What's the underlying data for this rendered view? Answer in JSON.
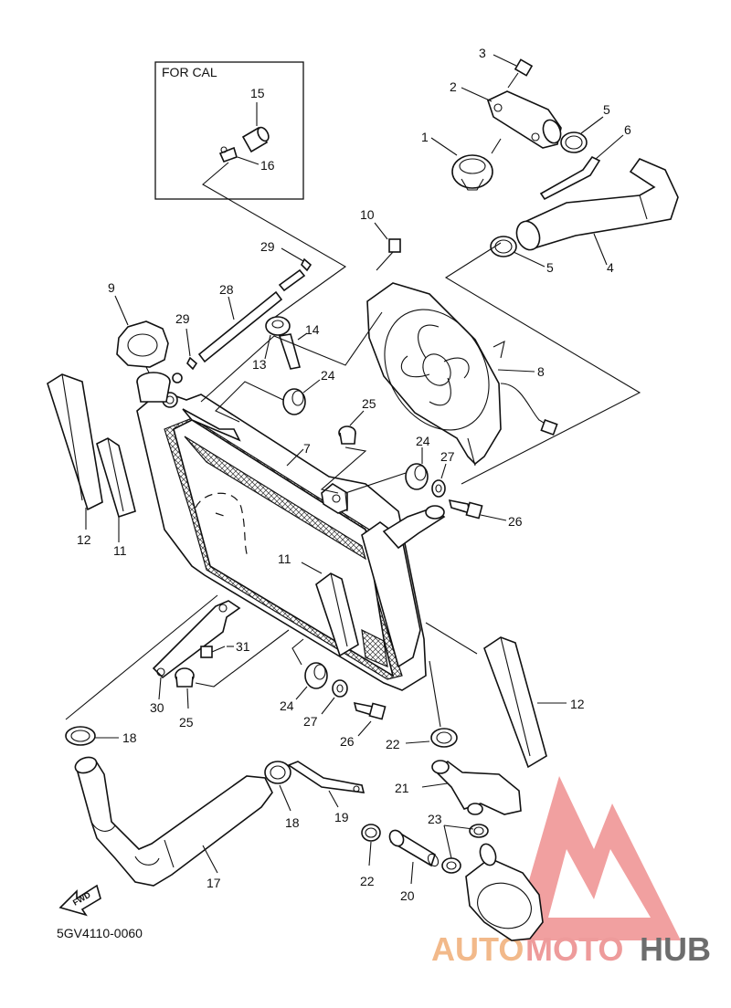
{
  "inset": {
    "title": "FOR CAL"
  },
  "callouts": {
    "p1": "1",
    "p2": "2",
    "p3": "3",
    "p4": "4",
    "p5a": "5",
    "p5b": "5",
    "p6": "6",
    "p7": "7",
    "p8": "8",
    "p9": "9",
    "p10": "10",
    "p11a": "11",
    "p11b": "11",
    "p12a": "12",
    "p12b": "12",
    "p13": "13",
    "p14": "14",
    "p15": "15",
    "p16": "16",
    "p17": "17",
    "p18a": "18",
    "p18b": "18",
    "p19": "19",
    "p20": "20",
    "p21": "21",
    "p22a": "22",
    "p22b": "22",
    "p23": "23",
    "p24a": "24",
    "p24b": "24",
    "p24c": "24",
    "p25a": "25",
    "p25b": "25",
    "p26a": "26",
    "p26b": "26",
    "p27a": "27",
    "p27b": "27",
    "p28": "28",
    "p29a": "29",
    "p29b": "29",
    "p30": "30",
    "p31": "31"
  },
  "fwd_arrow": "FWD",
  "diagram_code": "5GV4110-0060",
  "watermark": {
    "part1": "AUTO",
    "part2": "MOTO",
    "part3": "HUB"
  },
  "colors": {
    "line": "#111111",
    "watermark_triangle": "#ee8888",
    "watermark_orange": "#f2b98a",
    "watermark_gray": "#6d6d6d"
  }
}
